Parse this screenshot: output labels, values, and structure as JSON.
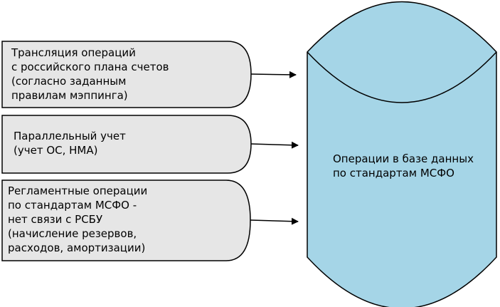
{
  "colors": {
    "box_fill": "#e6e6e6",
    "cylinder_fill": "#a5d5e7",
    "stroke": "#000000"
  },
  "boxes": [
    {
      "lines": [
        "Трансляция операций",
        "с российского плана счетов",
        "(согласно заданным",
        "правилам мэппинга)"
      ]
    },
    {
      "lines": [
        "Параллельный учет",
        "(учет ОС, НМА)"
      ]
    },
    {
      "lines": [
        "Регламентные операции",
        "по стандартам МСФО -",
        "нет связи с РСБУ",
        "(начисление резервов,",
        "расходов, амортизации)"
      ]
    }
  ],
  "database": {
    "lines": [
      "Операции в базе данных",
      "по стандартам МСФО"
    ]
  }
}
